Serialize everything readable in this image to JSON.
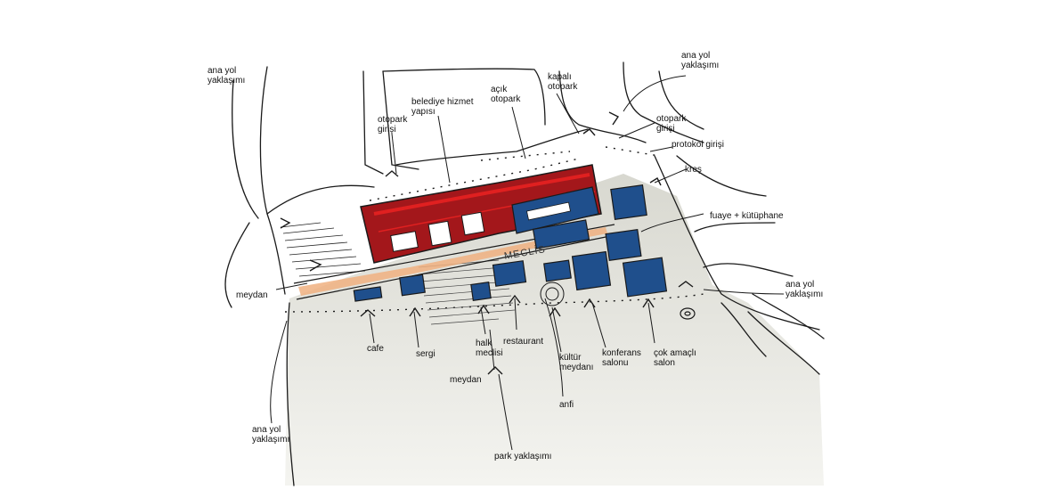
{
  "labels": {
    "ana_yol_top_left": "ana yol\nyaklaşımı",
    "ana_yol_top_right": "ana yol\nyaklaşımı",
    "ana_yol_right": "ana yol\nyaklaşımı",
    "ana_yol_bottom_left": "ana yol\nyaklaşımı",
    "otopark_girisi_left": "otopark\ngirişi",
    "belediye_hizmet_yapisi": "belediye hizmet\nyapısı",
    "acik_otopark": "açık\notopark",
    "kapali_otopark": "kapalı\notopark",
    "otopark_girisi_right": "otopark\ngirişi",
    "protokol_girisi": "protokol girişi",
    "kres": "kreş",
    "fuaye_kutuphane": "fuaye + kütüphane",
    "meclis": "MECLİS",
    "meydan_left": "meydan",
    "cafe": "cafe",
    "sergi": "sergi",
    "halk_meclisi": "halk\nmeclisi",
    "restaurant": "restaurant",
    "meydan_bottom": "meydan",
    "kultur_meydani": "kültür\nmeydanı",
    "konferans_salonu": "konferans\nsalonu",
    "cok_amacli_salon": "çok amaçlı\nsalon",
    "anfi": "anfi",
    "park_yaklasimi": "park yaklaşımı"
  },
  "colors": {
    "belediye_red": "#a3171b",
    "accent_red": "#e02020",
    "hall_blue": "#1f4f8c",
    "axis_orange": "#f0b080",
    "ground_grey": "#dcdcd4",
    "ink": "#1a1a1a"
  }
}
